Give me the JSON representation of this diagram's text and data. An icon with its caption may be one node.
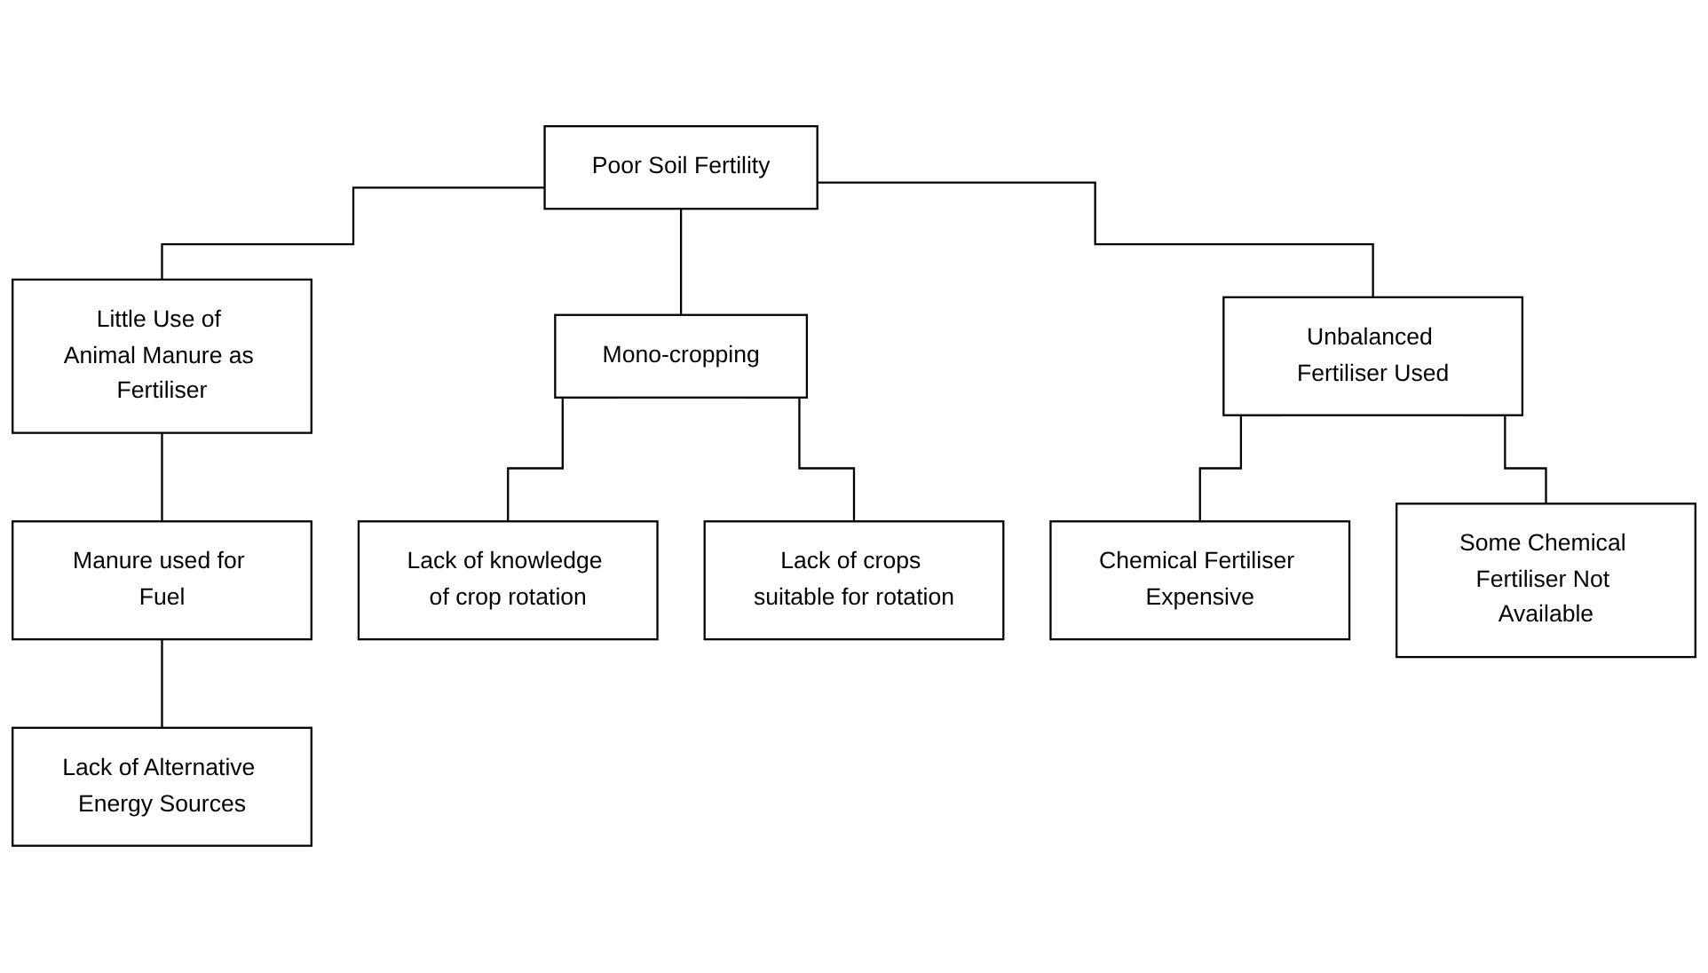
{
  "diagram": {
    "nodes": [
      {
        "text": [
          "Poor Soil Fertility"
        ]
      },
      {
        "text": [
          "Little Use of Animal Manure as Fertiliser"
        ]
      },
      {
        "text": [
          "Mono-cropping"
        ]
      },
      {
        "text": [
          "Unbalanced Fertiliser Used"
        ]
      },
      {
        "text": [
          "Manure used for Fuel"
        ]
      },
      {
        "text": [
          "Lack of Alternative Energy Sources"
        ]
      },
      {
        "text": [
          "Lack of knowledge of crop rotation"
        ]
      },
      {
        "text": [
          "Lack of crops suitable for rotation"
        ]
      },
      {
        "text": [
          "Chemical Fertiliser Expensive"
        ]
      },
      {
        "text": [
          "Some Chemical Fertiliser Not Available"
        ]
      }
    ],
    "edges": [
      {
        "from": 0,
        "to": 1,
        "arrow": "none"
      },
      {
        "from": 0,
        "to": 2,
        "arrow": "none"
      },
      {
        "from": 0,
        "to": 3,
        "arrow": "none"
      },
      {
        "from": 1,
        "to": 4,
        "arrow": "none"
      },
      {
        "from": 4,
        "to": 5,
        "arrow": "none"
      },
      {
        "from": 2,
        "to": 6,
        "arrow": "none"
      },
      {
        "from": 2,
        "to": 7,
        "arrow": "none"
      },
      {
        "from": 3,
        "to": 8,
        "arrow": "none"
      },
      {
        "from": 3,
        "to": 9,
        "arrow": "none"
      }
    ]
  }
}
